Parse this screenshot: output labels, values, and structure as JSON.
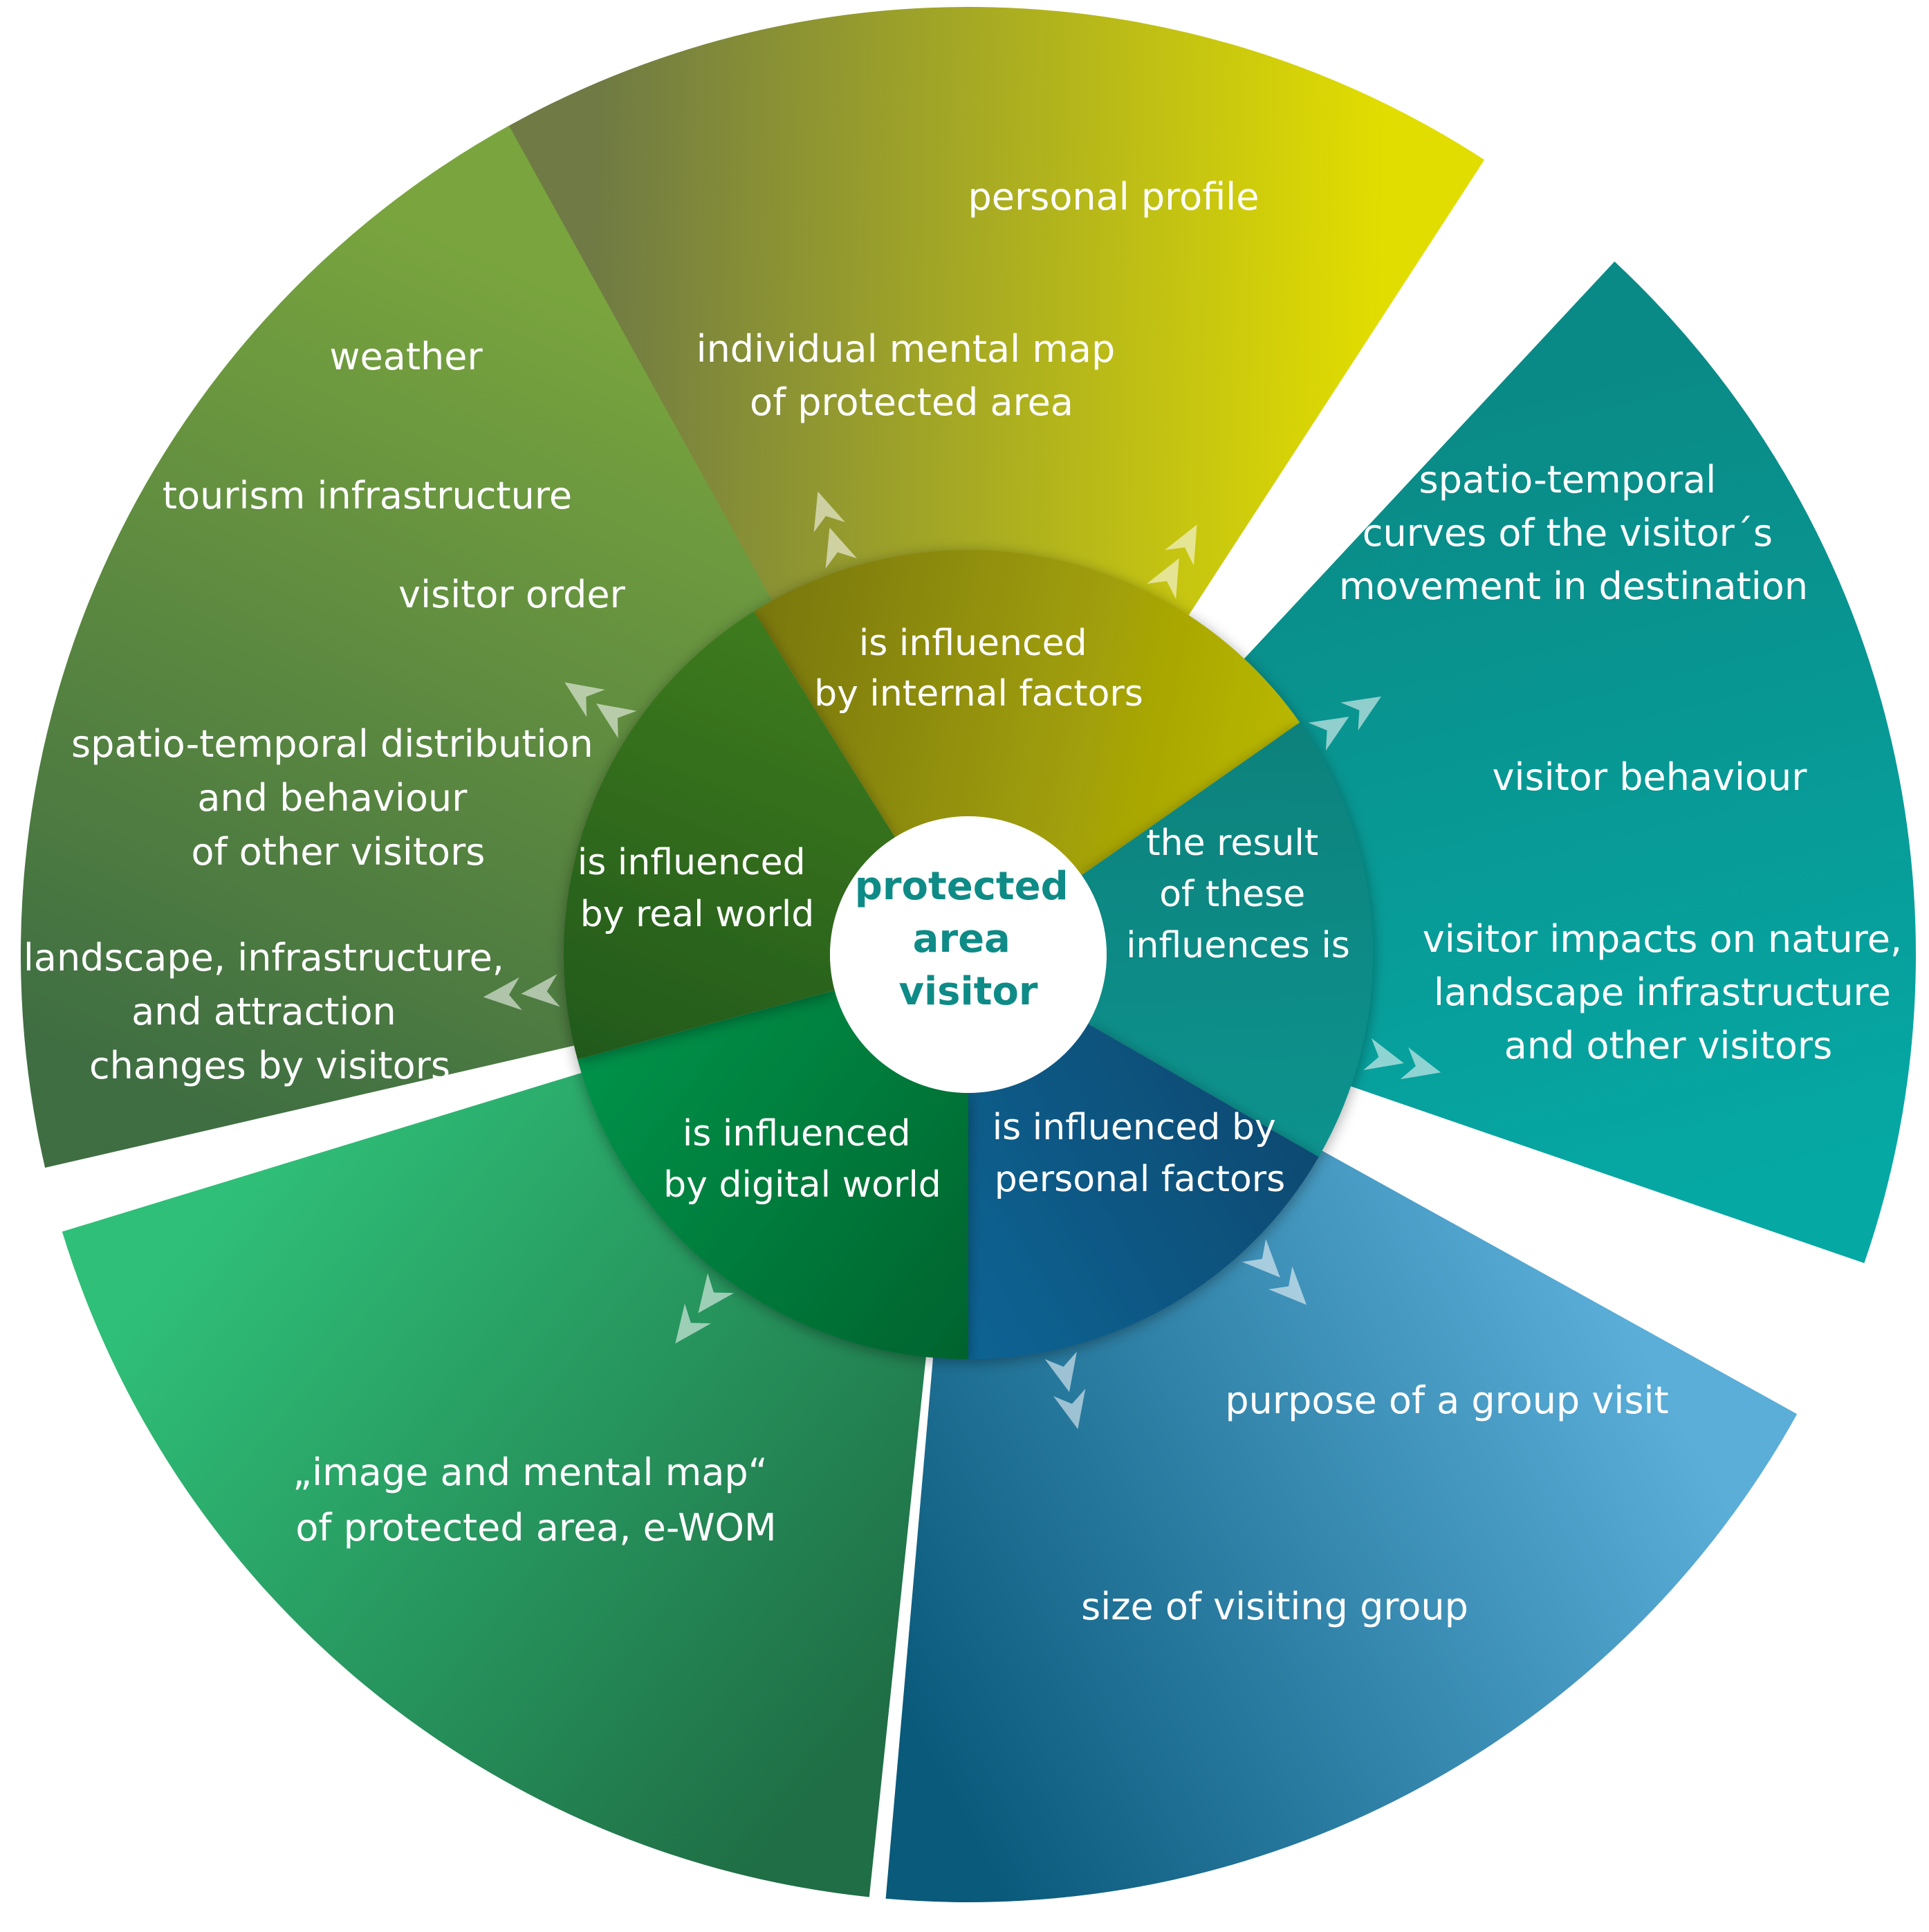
{
  "center": {
    "lines": [
      "protected",
      "area",
      "visitor"
    ],
    "color": "#0e8b86"
  },
  "segments": [
    {
      "id": "internal",
      "color_start": "#6f7a44",
      "color_end": "#e2dd00",
      "inner_color_start": "#5c5a10",
      "inner_color_end": "#d6d400",
      "inner_lines": [
        "is influenced",
        "by internal factors"
      ],
      "items": [
        {
          "lines": [
            "personal profile"
          ]
        },
        {
          "lines": [
            "individual mental map",
            "of protected area"
          ]
        }
      ]
    },
    {
      "id": "result",
      "color_start": "#0a8a86",
      "color_end": "#06a8a4",
      "inner_color_start": "#087a74",
      "inner_color_end": "#0b9a96",
      "inner_lines": [
        "the result",
        "of these",
        "influences is"
      ],
      "items": [
        {
          "lines": [
            "spatio-temporal",
            "curves of the visitor´s",
            "movement in destination"
          ]
        },
        {
          "lines": [
            "visitor behaviour"
          ]
        },
        {
          "lines": [
            "visitor impacts on nature,",
            "landscape infrastructure",
            "and other visitors"
          ]
        }
      ]
    },
    {
      "id": "personal",
      "color_start": "#5aaed8",
      "color_end": "#0a5a7c",
      "inner_color_start": "#0a3f63",
      "inner_color_end": "#0b6fa3",
      "inner_lines": [
        "is influenced by",
        "personal factors"
      ],
      "items": [
        {
          "lines": [
            "purpose of a group visit"
          ]
        },
        {
          "lines": [
            "size of visiting group"
          ]
        }
      ]
    },
    {
      "id": "digital",
      "color_start": "#1f6e45",
      "color_end": "#2fbf78",
      "inner_color_start": "#004e22",
      "inner_color_end": "#00a855",
      "inner_lines": [
        "is influenced",
        "by digital world"
      ],
      "items": [
        {
          "lines": [
            "„image and mental map“",
            "of protected area, e-WOM"
          ]
        }
      ]
    },
    {
      "id": "real",
      "color_start": "#3f6e42",
      "color_end": "#7aa53e",
      "inner_color_start": "#164a1d",
      "inner_color_end": "#4a8a20",
      "inner_lines": [
        "is influenced",
        "by real world"
      ],
      "items": [
        {
          "lines": [
            "weather"
          ]
        },
        {
          "lines": [
            "tourism infrastructure"
          ]
        },
        {
          "lines": [
            "visitor order"
          ]
        },
        {
          "lines": [
            "spatio-temporal distribution",
            "and behaviour",
            "of other visitors"
          ]
        },
        {
          "lines": [
            "landscape, infrastructure,",
            "and attraction",
            "changes by visitors"
          ]
        }
      ]
    }
  ]
}
